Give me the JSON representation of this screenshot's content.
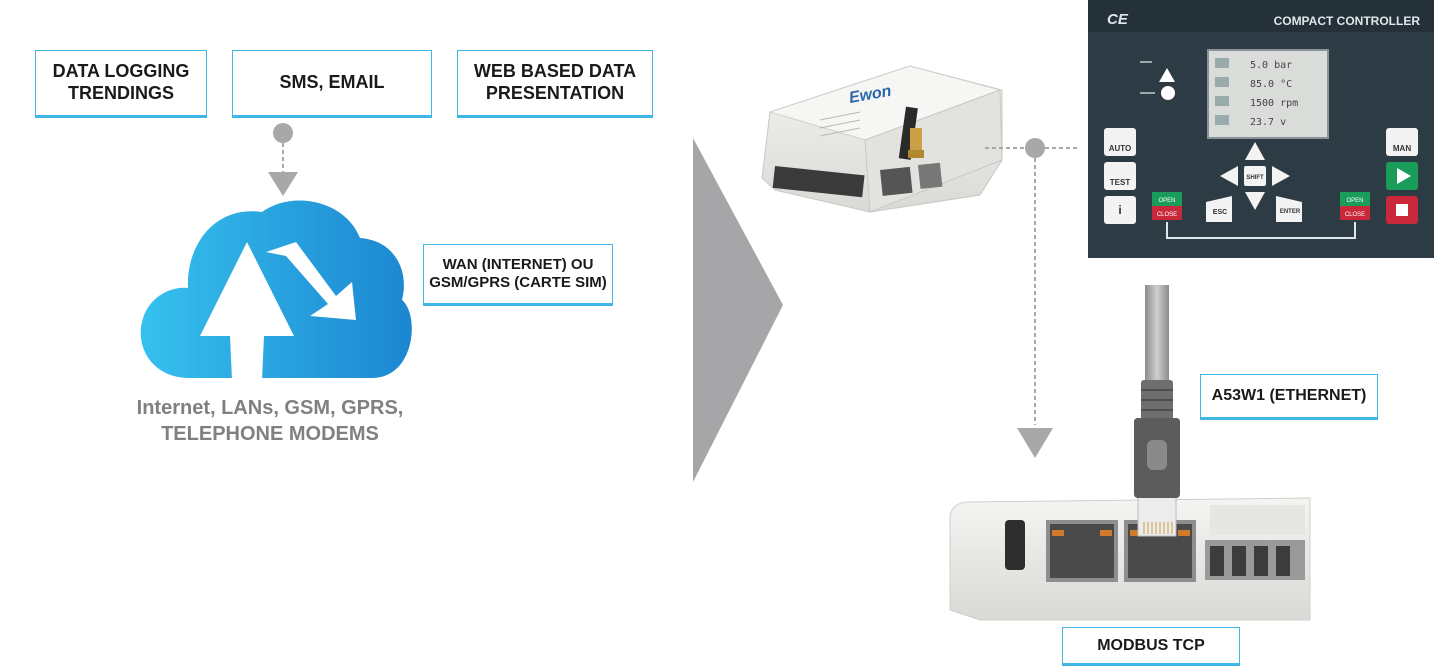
{
  "labels": {
    "data_logging": [
      "DATA LOGGING",
      "TRENDINGS"
    ],
    "sms_email": "SMS, EMAIL",
    "web_based": [
      "WEB BASED DATA",
      "PRESENTATION"
    ],
    "wan": [
      "WAN (INTERNET) OU",
      "GSM/GPRS (CARTE SIM)"
    ],
    "a53w1": "A53W1 (ETHERNET)",
    "modbus": "MODBUS TCP"
  },
  "cloud_caption": [
    "Internet, LANs, GSM, GPRS,",
    "TELEPHONE MODEMS"
  ],
  "ewon_device": {
    "brand": "Ewon"
  },
  "controller": {
    "logo": "CE",
    "title": "COMPACT CONTROLLER",
    "display_lines": [
      "5.0 bar",
      "85.0 °C",
      "1500 rpm",
      "23.7 v"
    ],
    "buttons": {
      "auto": "AUTO",
      "test": "TEST",
      "man": "MAN",
      "shift": "SHIFT",
      "esc": "ESC",
      "enter": "ENTER",
      "open": "OPEN",
      "close": "CLOSE"
    }
  },
  "colors": {
    "accent": "#3fb6e6",
    "cloud_start": "#36c1ee",
    "cloud_end": "#1c86d1",
    "gray_arrow": "#a6a6a8",
    "connector": "#a8a8a8",
    "panel": "#2d3b44"
  }
}
